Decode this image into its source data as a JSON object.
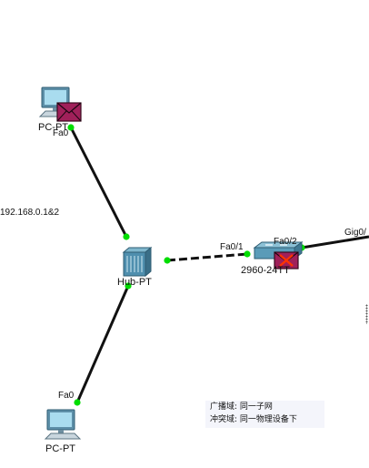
{
  "topology": {
    "devices": [
      {
        "name": "PC-PT",
        "kind": "pc",
        "position": "top-left",
        "has_pdu": true
      },
      {
        "name": "Hub-PT",
        "kind": "hub",
        "position": "center-left"
      },
      {
        "name": "2960-24TT",
        "kind": "switch",
        "position": "center-right",
        "has_pdu": true,
        "pdu_status": "failed"
      },
      {
        "name": "PC-PT",
        "kind": "pc",
        "position": "bottom-left"
      }
    ],
    "ports": {
      "pc_top_fa0": "Fa0",
      "pc_bottom_fa0": "Fa0",
      "switch_fa0_1": "Fa0/1",
      "switch_fa0_2": "Fa0/2",
      "gig_partial": "Gig0/"
    },
    "ip_label": "192.168.0.1&2",
    "note": {
      "line1": "广播域: 同一子网",
      "line2": "冲突域: 同一物理设备下"
    },
    "colors": {
      "link_up": "#00dd00",
      "cable": "#111111",
      "pdu": "#a0205a",
      "pdu_fail": "#ff3300"
    }
  }
}
